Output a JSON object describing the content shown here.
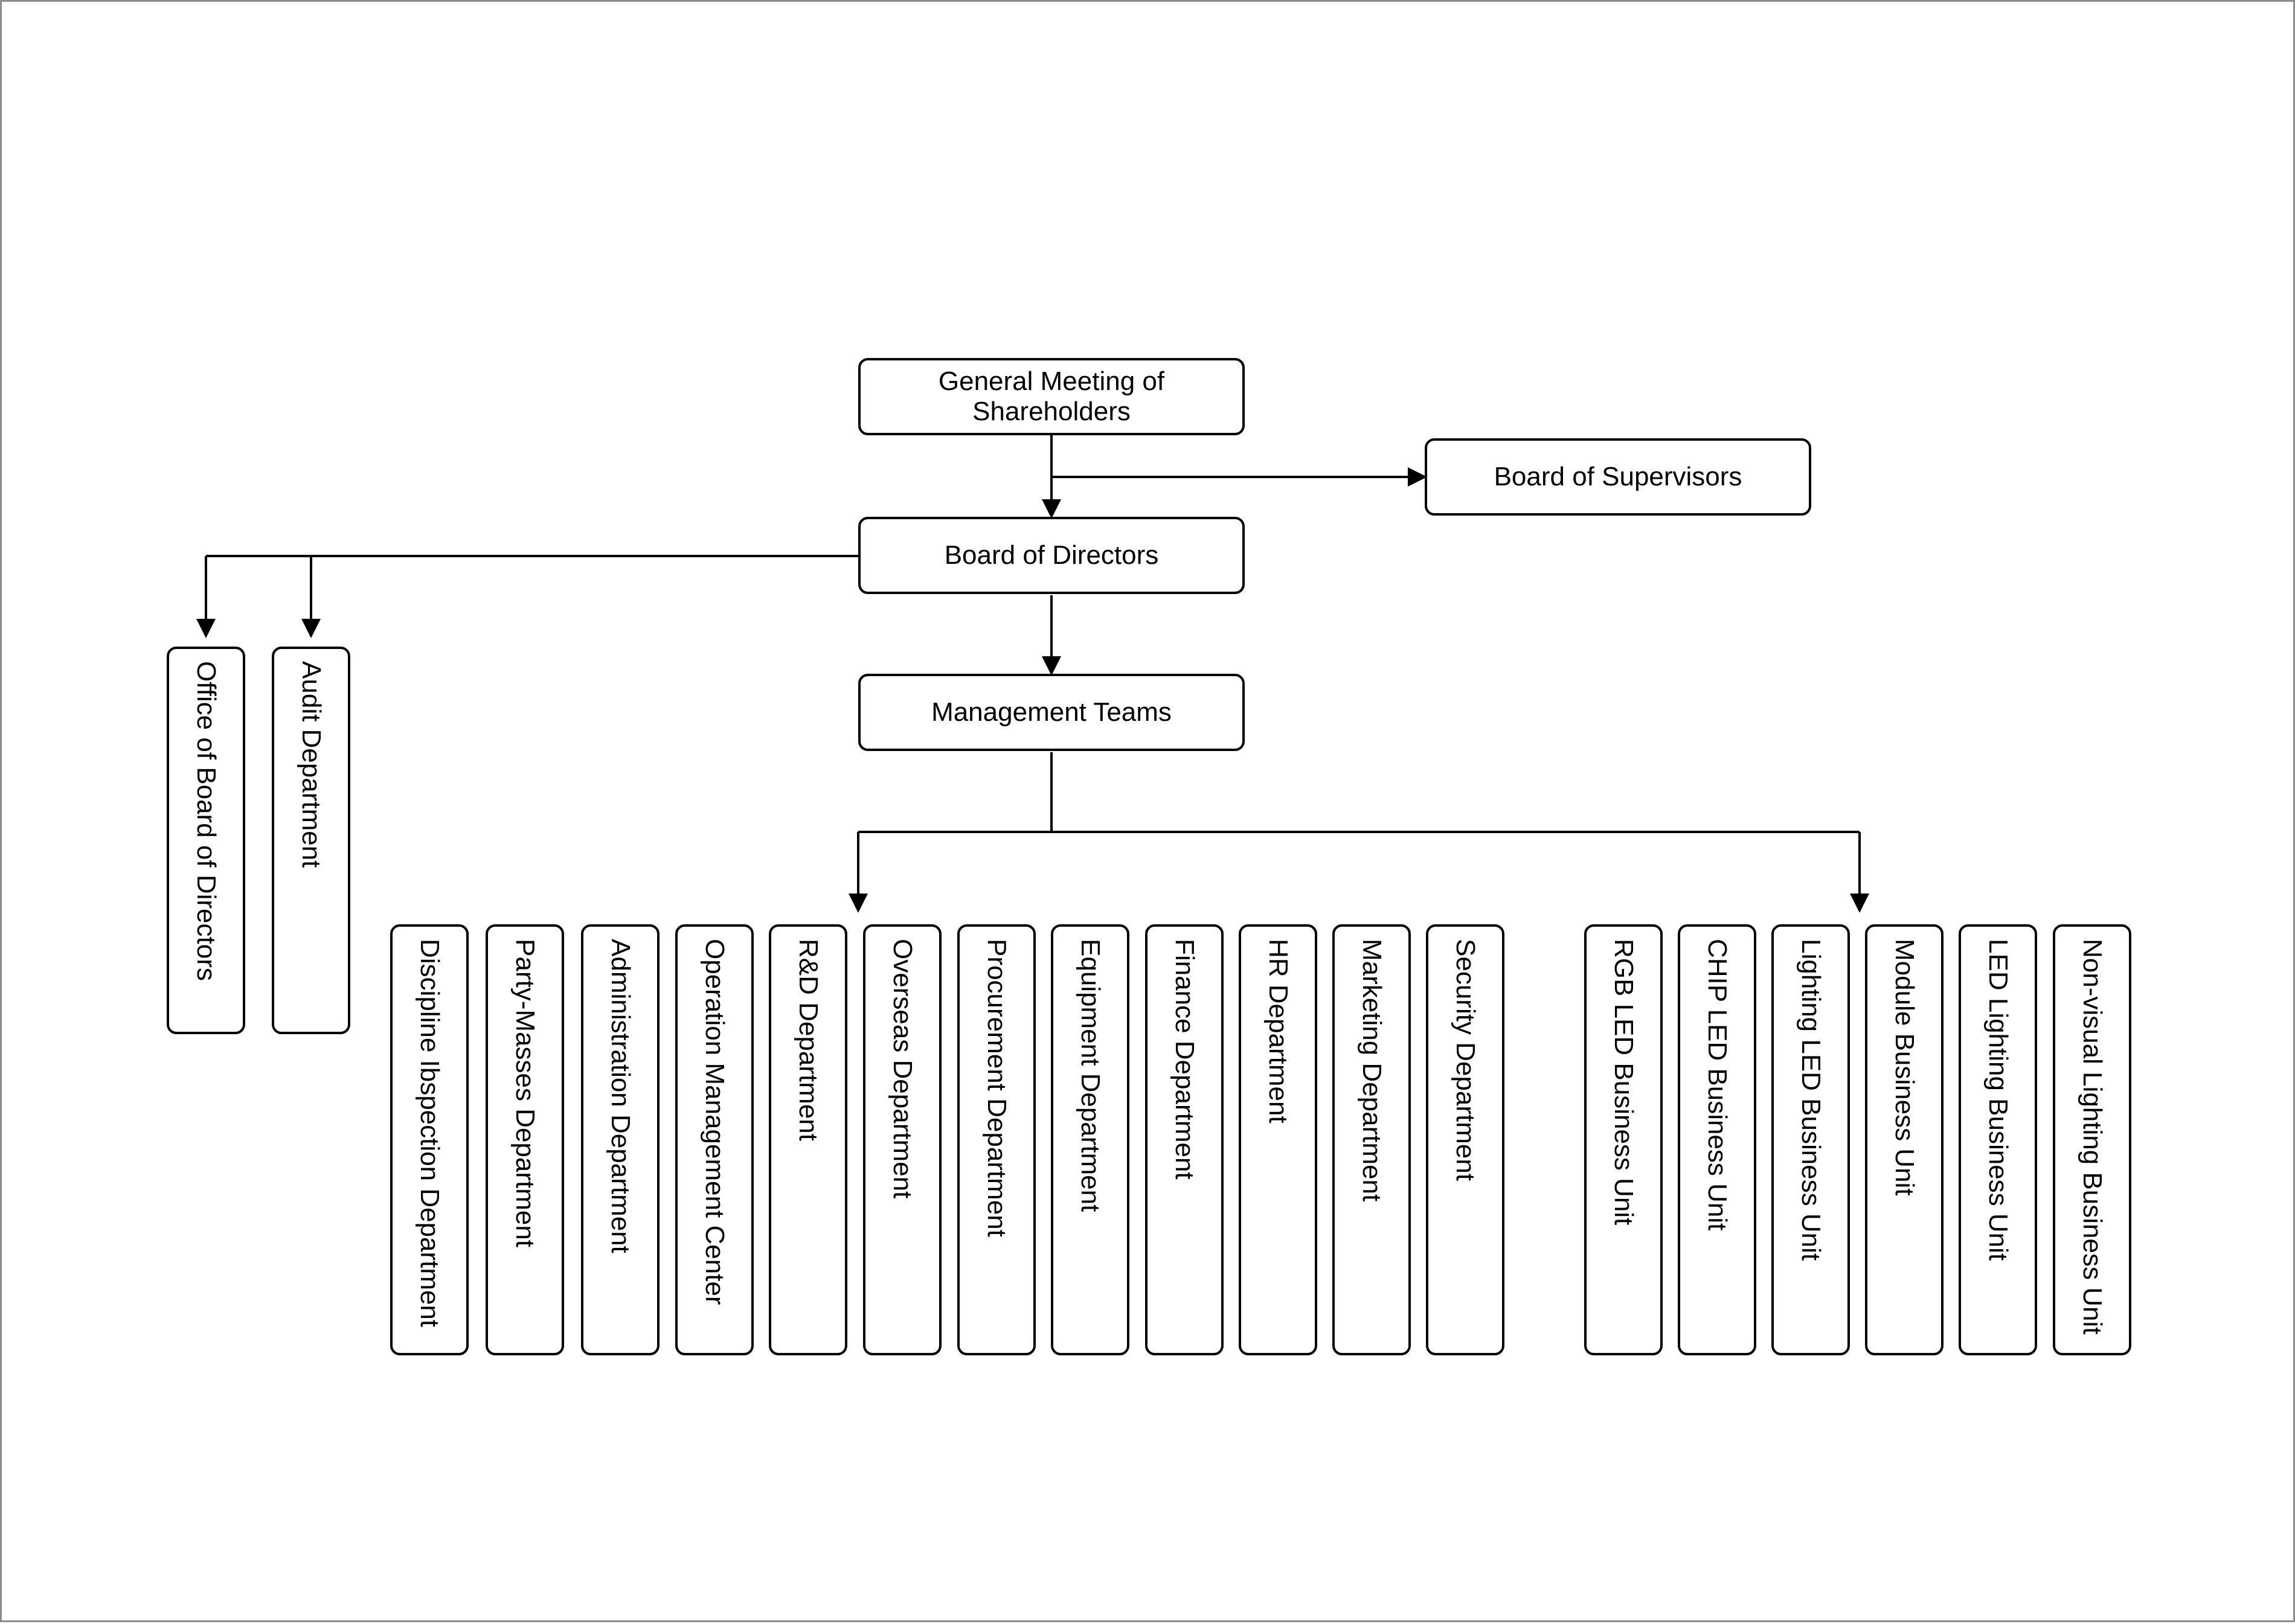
{
  "top": {
    "shareholders": "General Meeting of Shareholders",
    "supervisors": "Board of Supervisors",
    "directors": "Board of Directors",
    "management": "Management Teams"
  },
  "board_units": [
    "Office of Board of Directors",
    "Audit Department"
  ],
  "departments": [
    "Discipline Ibspection Department",
    "Party-Masses Department",
    "Administration Department",
    "Operation Management Center",
    "R&D Department",
    "Overseas Department",
    "Procurement Department",
    "Equipment Department",
    "Finance Department",
    "HR Department",
    "Marketing Department",
    "Security Department"
  ],
  "business_units": [
    "RGB LED Business Unit",
    "CHIP LED Business Unit",
    "Lighting LED Business Unit",
    "Module Business Unit",
    "LED Lighting Business Unit",
    "Non-visual Lighting Business Unit"
  ]
}
